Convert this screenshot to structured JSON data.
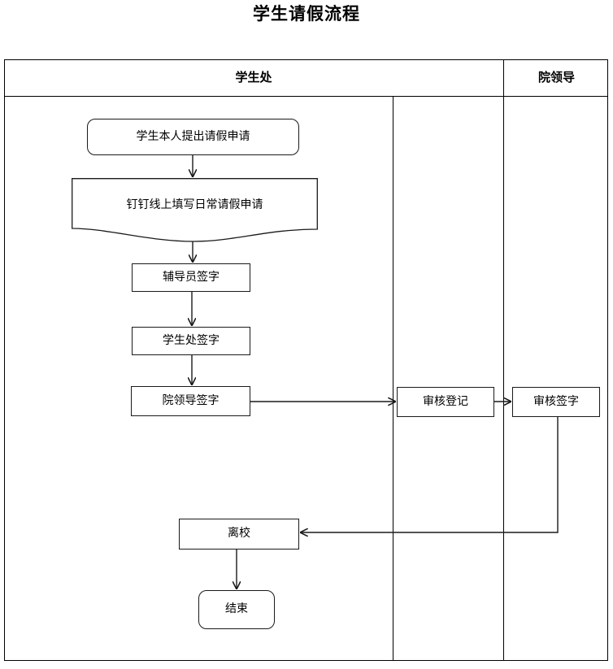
{
  "title": "学生请假流程",
  "lanes": [
    {
      "name": "student-affairs",
      "label": "学生处"
    },
    {
      "name": "college-leader",
      "label": "院领导"
    }
  ],
  "nodes": [
    {
      "id": "student-request",
      "label": "学生本人提出请假申请",
      "shape": "terminator",
      "lane": "student-affairs"
    },
    {
      "id": "dingtalk-form",
      "label": "钉钉线上填写日常请假申请",
      "shape": "document",
      "lane": "student-affairs"
    },
    {
      "id": "counselor-sign",
      "label": "辅导员签字",
      "shape": "process",
      "lane": "student-affairs"
    },
    {
      "id": "affairs-sign",
      "label": "学生处签字",
      "shape": "process",
      "lane": "student-affairs"
    },
    {
      "id": "leader-sign",
      "label": "院领导签字",
      "shape": "process",
      "lane": "student-affairs"
    },
    {
      "id": "review-register",
      "label": "审核登记",
      "shape": "process",
      "lane": "student-affairs"
    },
    {
      "id": "review-sign",
      "label": "审核签字",
      "shape": "process",
      "lane": "college-leader"
    },
    {
      "id": "leave-school",
      "label": "离校",
      "shape": "process",
      "lane": "student-affairs"
    },
    {
      "id": "end",
      "label": "结束",
      "shape": "terminator",
      "lane": "student-affairs"
    }
  ],
  "edges": [
    {
      "from": "student-request",
      "to": "dingtalk-form",
      "direction": "down"
    },
    {
      "from": "dingtalk-form",
      "to": "counselor-sign",
      "direction": "down"
    },
    {
      "from": "counselor-sign",
      "to": "affairs-sign",
      "direction": "down"
    },
    {
      "from": "affairs-sign",
      "to": "leader-sign",
      "direction": "down"
    },
    {
      "from": "leader-sign",
      "to": "review-register",
      "direction": "right"
    },
    {
      "from": "review-register",
      "to": "review-sign",
      "direction": "right"
    },
    {
      "from": "review-sign",
      "to": "leave-school",
      "direction": "down-left"
    },
    {
      "from": "leave-school",
      "to": "end",
      "direction": "down"
    }
  ],
  "colors": {
    "line": "#1a1a1a",
    "background": "#ffffff",
    "text": "#000000"
  }
}
